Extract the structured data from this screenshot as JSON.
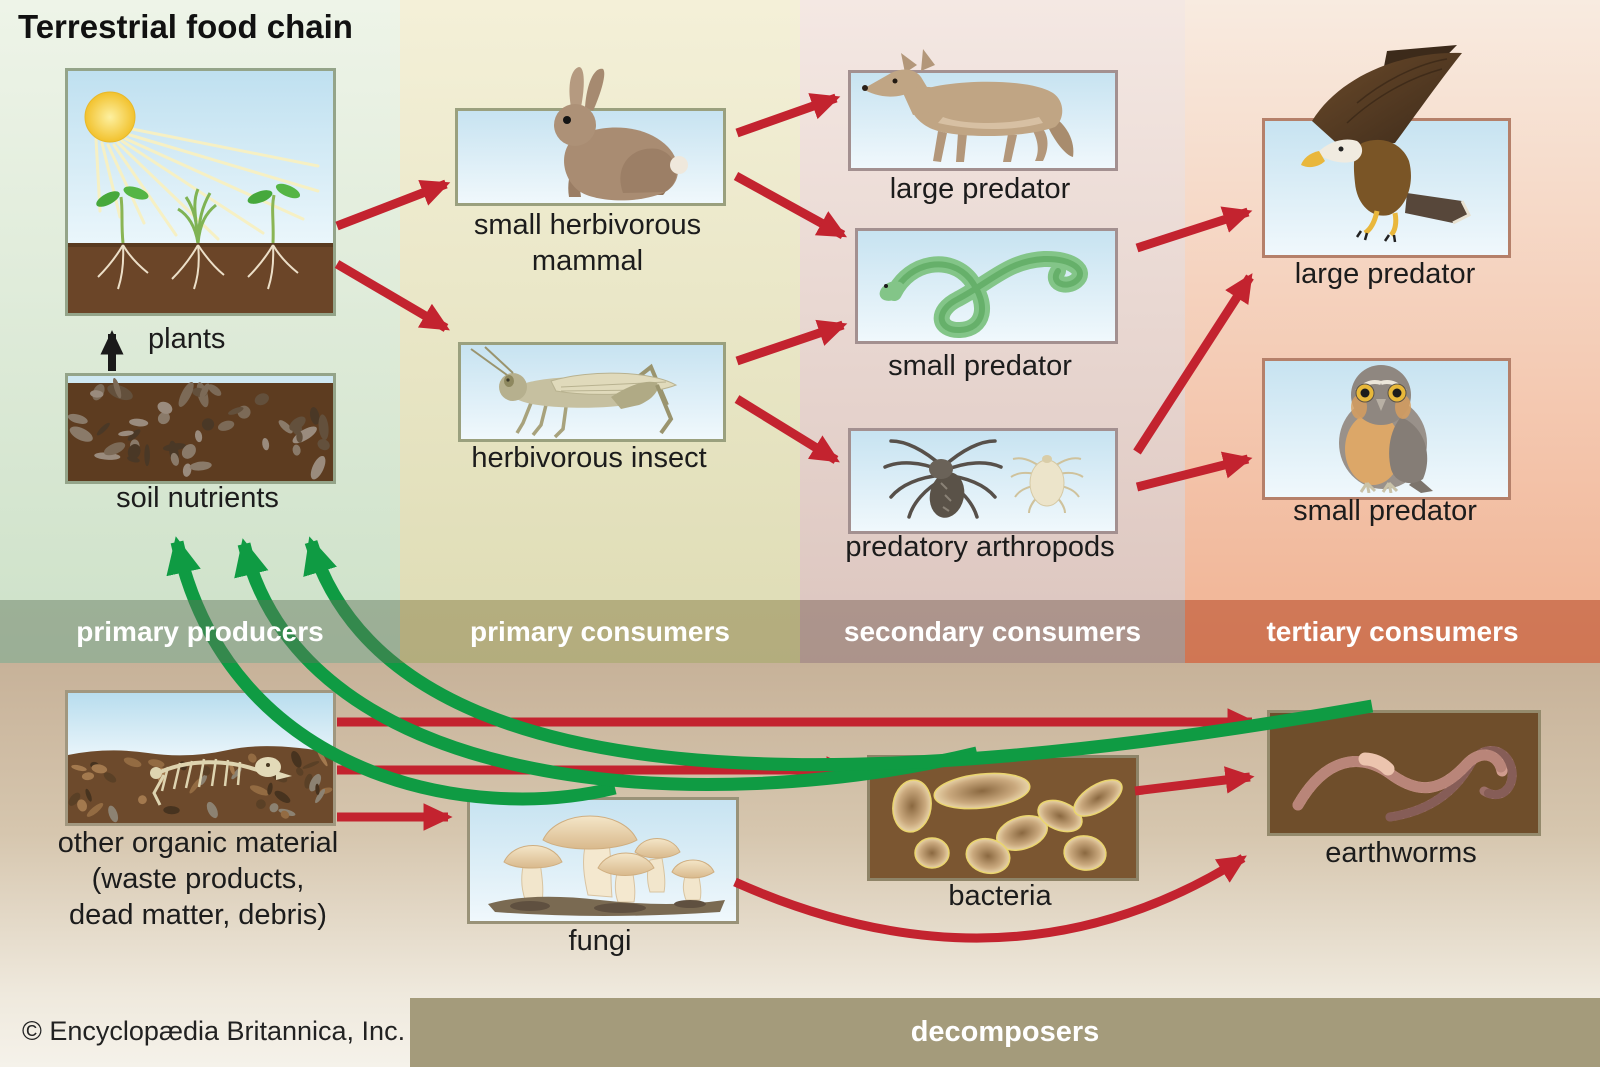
{
  "title": "Terrestrial food chain",
  "copyright": "© Encyclopædia Britannica, Inc.",
  "colors": {
    "energy_arrow_red": "#c3232f",
    "nutrient_arrow_green": "#0f9b43",
    "soil_to_plants_arrow_black": "#1a1a1a"
  },
  "trophic_bands": [
    {
      "id": "primary-producers",
      "label": "primary producers",
      "tint": "rgba(96,116,90,0.46)"
    },
    {
      "id": "primary-consumers",
      "label": "primary consumers",
      "tint": "rgba(128,118,60,0.46)"
    },
    {
      "id": "secondary-consumers",
      "label": "secondary consumers",
      "tint": "rgba(124,97,87,0.50)"
    },
    {
      "id": "tertiary-consumers",
      "label": "tertiary consumers",
      "tint": "rgba(182,72,36,0.56)"
    }
  ],
  "decomposers_band": {
    "label": "decomposers",
    "tint": "#a49b7b"
  },
  "nodes": {
    "plants": {
      "label": "plants",
      "illustration": "sun-and-seedlings"
    },
    "soil_nutrients": {
      "label": "soil nutrients",
      "illustration": "soil-pebbles"
    },
    "small_herbivorous_mammal": {
      "label": [
        "small herbivorous",
        "mammal"
      ],
      "illustration": "rabbit"
    },
    "herbivorous_insect": {
      "label": "herbivorous insect",
      "illustration": "grasshopper"
    },
    "large_predator_mammal": {
      "label": "large predator",
      "illustration": "coyote"
    },
    "small_predator_snake": {
      "label": "small predator",
      "illustration": "snake"
    },
    "predatory_arthropods": {
      "label": "predatory arthropods",
      "illustration": "spider-and-mite"
    },
    "large_predator_bird": {
      "label": "large predator",
      "illustration": "eagle"
    },
    "small_predator_bird": {
      "label": "small predator",
      "illustration": "owl"
    },
    "other_organic_material": {
      "label": [
        "other organic material",
        "(waste products,",
        "dead matter, debris)"
      ],
      "illustration": "skeleton-and-debris"
    },
    "fungi": {
      "label": "fungi",
      "illustration": "mushrooms"
    },
    "bacteria": {
      "label": "bacteria",
      "illustration": "bacteria-cells"
    },
    "earthworms": {
      "label": "earthworms",
      "illustration": "earthworms"
    }
  },
  "arrows": {
    "energy_flow": [
      {
        "from": "plants",
        "to": "small_herbivorous_mammal"
      },
      {
        "from": "plants",
        "to": "herbivorous_insect"
      },
      {
        "from": "small_herbivorous_mammal",
        "to": "large_predator_mammal"
      },
      {
        "from": "small_herbivorous_mammal",
        "to": "small_predator_snake"
      },
      {
        "from": "herbivorous_insect",
        "to": "small_predator_snake"
      },
      {
        "from": "herbivorous_insect",
        "to": "predatory_arthropods"
      },
      {
        "from": "small_predator_snake",
        "to": "large_predator_bird"
      },
      {
        "from": "predatory_arthropods",
        "to": "large_predator_bird"
      },
      {
        "from": "predatory_arthropods",
        "to": "small_predator_bird"
      },
      {
        "from": "other_organic_material",
        "to": "earthworms"
      },
      {
        "from": "other_organic_material",
        "to": "bacteria"
      },
      {
        "from": "other_organic_material",
        "to": "fungi"
      },
      {
        "from": "bacteria",
        "to": "earthworms"
      },
      {
        "from": "fungi",
        "to": "earthworms"
      }
    ],
    "nutrient_return": [
      {
        "from": "fungi",
        "to": "soil_nutrients"
      },
      {
        "from": "bacteria",
        "to": "soil_nutrients"
      },
      {
        "from": "earthworms",
        "to": "soil_nutrients"
      }
    ],
    "soil_support": [
      {
        "from": "soil_nutrients",
        "to": "plants"
      }
    ]
  }
}
